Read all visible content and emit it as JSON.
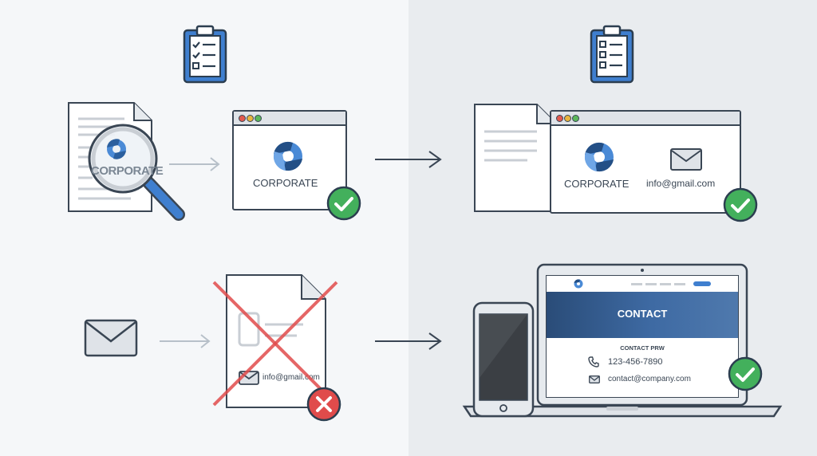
{
  "colors": {
    "accent_blue": "#3f7fcf",
    "success_green": "#43b05c",
    "error_red": "#e04b4b",
    "outline": "#3a4654",
    "panel_left": "#f5f7f9",
    "panel_right": "#e9ecef"
  },
  "icons": [
    "clipboard-checklist-icon",
    "clipboard-list-icon",
    "magnifier-icon",
    "logo-icon",
    "envelope-icon",
    "phone-icon",
    "check-icon",
    "x-icon",
    "arrow-right-icon"
  ],
  "top_left": {
    "document_logo_text": "CORPORATE",
    "window_logo_text": "CORPORATE"
  },
  "top_right": {
    "logo_text": "CORPORATE",
    "email": "info@gmail.com"
  },
  "bottom_left": {
    "doc_email": "info@gmail.com"
  },
  "bottom_right": {
    "hero_title": "CONTACT",
    "section_title": "CONTACT PRW",
    "phone": "123-456-7890",
    "email": "contact@company.com"
  }
}
